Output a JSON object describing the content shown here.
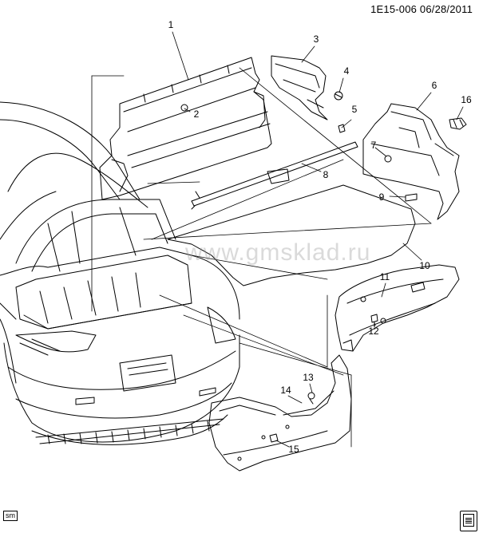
{
  "header": {
    "code": "1E15-006  06/28/2011"
  },
  "callouts": [
    "1",
    "2",
    "3",
    "4",
    "5",
    "6",
    "7",
    "8",
    "9",
    "10",
    "11",
    "12",
    "13",
    "14",
    "15",
    "16"
  ],
  "watermark": "www.gmsklad.ru",
  "badge": "sm"
}
